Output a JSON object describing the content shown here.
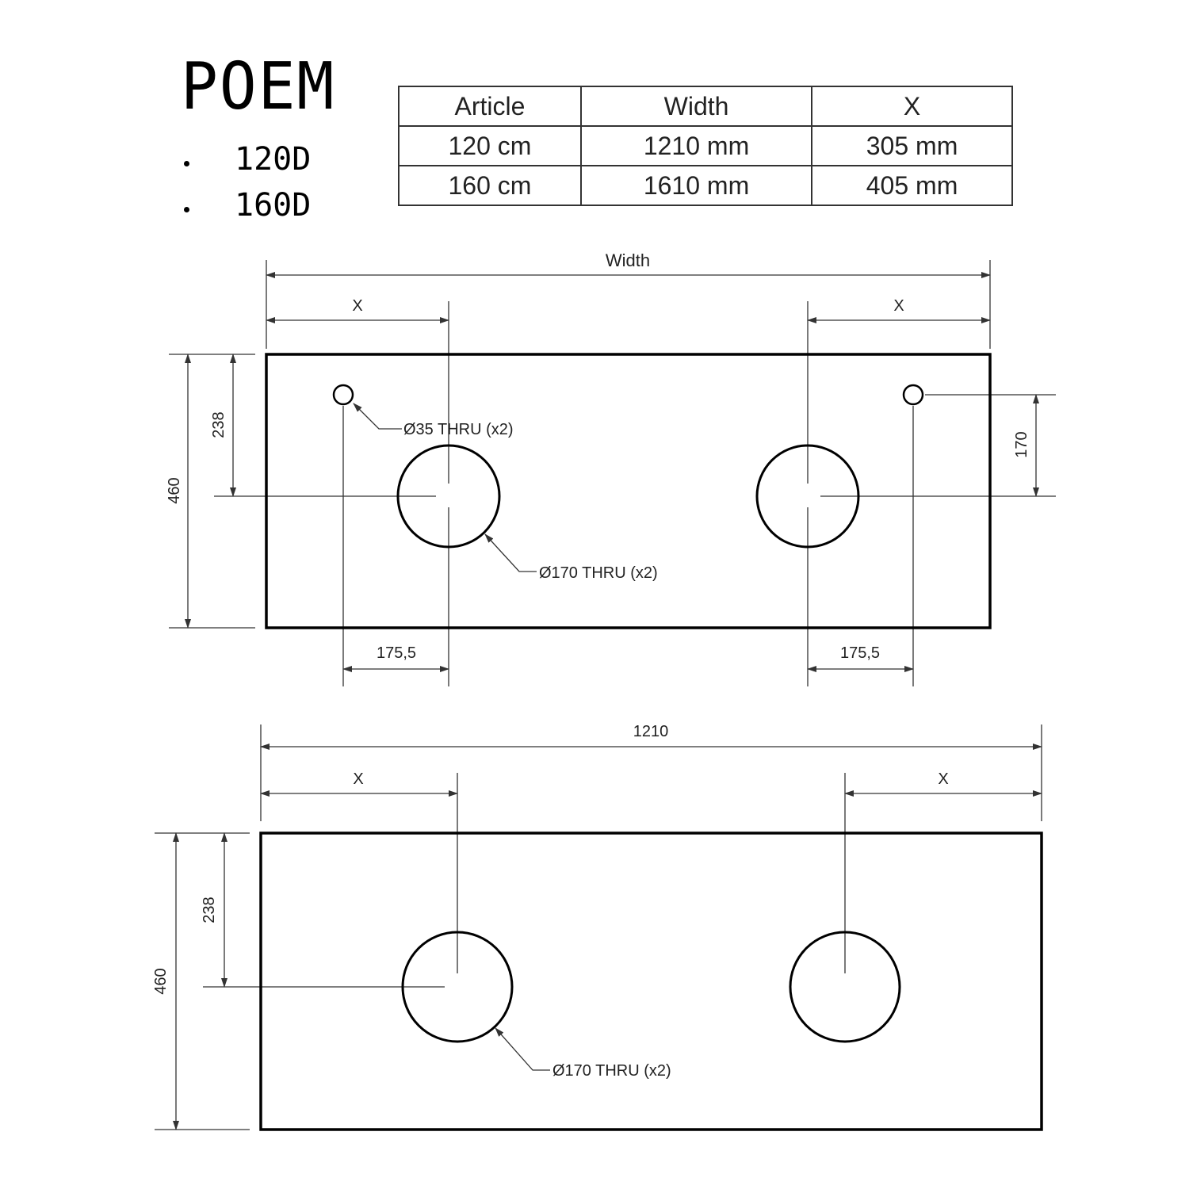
{
  "title": "POEM",
  "variants": [
    "120D",
    "160D"
  ],
  "table": {
    "headers": [
      "Article",
      "Width",
      "X"
    ],
    "rows": [
      [
        "120 cm",
        "1210 mm",
        "305 mm"
      ],
      [
        "160 cm",
        "1610 mm",
        "405 mm"
      ]
    ]
  },
  "drawing_top": {
    "width_label": "Width",
    "x_left": "X",
    "x_right": "X",
    "height": "460",
    "hole_offset_left": "238",
    "tap_offset_right": "170",
    "tap_hole_note": "Ø35 THRU (x2)",
    "basin_hole_note": "Ø170 THRU (x2)",
    "tap_spacing_left": "175,5",
    "tap_spacing_right": "175,5"
  },
  "drawing_bottom": {
    "width_label": "1210",
    "x_left": "X",
    "x_right": "X",
    "height": "460",
    "hole_offset_left": "238",
    "basin_hole_note": "Ø170 THRU (x2)"
  }
}
